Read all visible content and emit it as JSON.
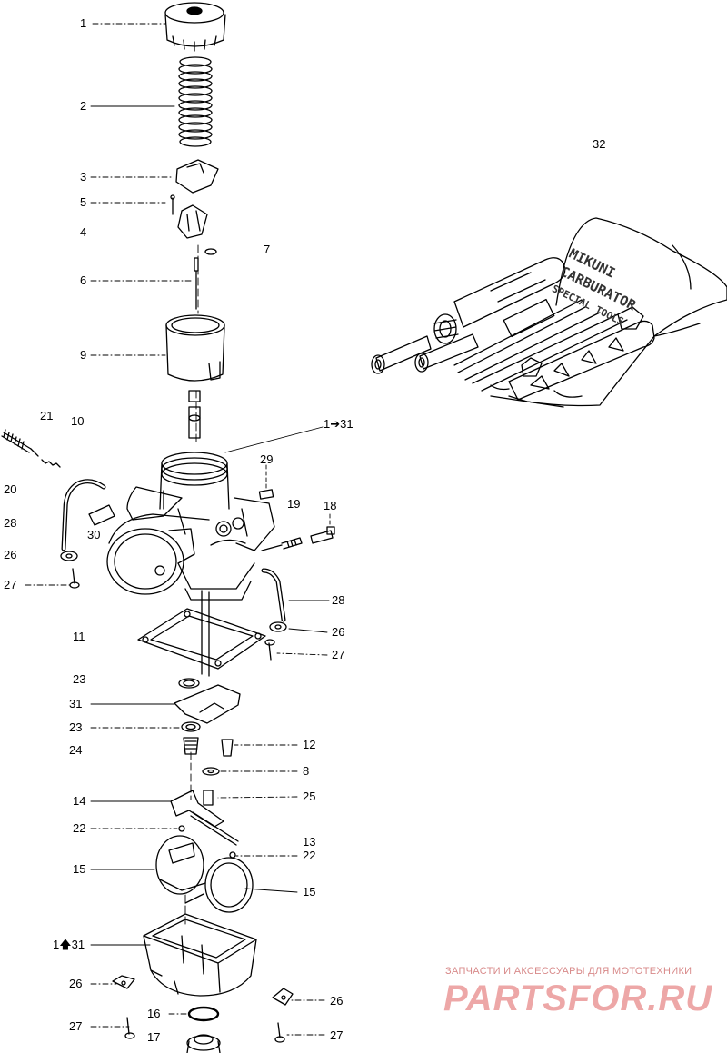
{
  "labels": {
    "l1": "1",
    "l2": "2",
    "l3": "3",
    "l5": "5",
    "l4": "4",
    "l7": "7",
    "l6": "6",
    "l9": "9",
    "l21": "21",
    "l10": "10",
    "l1to31_top": "1",
    "l1to31_top_num": "31",
    "l29": "29",
    "l20": "20",
    "l19": "19",
    "l18": "18",
    "l28a": "28",
    "l30": "30",
    "l26a": "26",
    "l27a": "27",
    "l28b": "28",
    "l26b": "26",
    "l11": "11",
    "l27b": "27",
    "l23a": "23",
    "l31": "31",
    "l23b": "23",
    "l24": "24",
    "l12": "12",
    "l8": "8",
    "l14": "14",
    "l25": "25",
    "l22a": "22",
    "l13": "13",
    "l22b": "22",
    "l15a": "15",
    "l15b": "15",
    "l1to31_bottom": "1",
    "l1to31_bottom_num": "31",
    "l26c": "26",
    "l26d": "26",
    "l16": "16",
    "l27c": "27",
    "l17": "17",
    "l27d": "27",
    "l32": "32"
  },
  "tool_kit_text": {
    "brand": "MIKUNI",
    "line2": "CARBURATOR",
    "line3": "SPECIAL TOOLS"
  },
  "watermark": {
    "line1": "ЗАПЧАСТИ И АКСЕССУАРЫ ДЛЯ МОТОТЕХНИКИ",
    "line2": "PARTSFOR.RU"
  },
  "colors": {
    "line": "#000000",
    "watermark": "#d83c3c"
  }
}
